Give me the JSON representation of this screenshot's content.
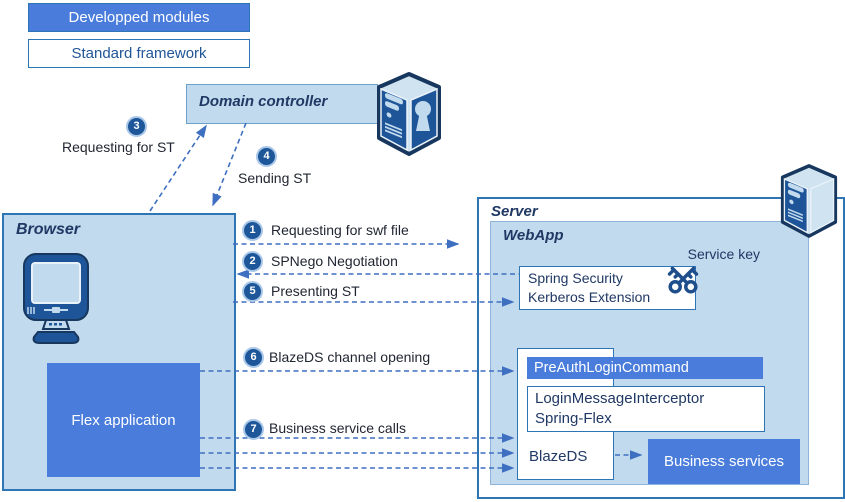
{
  "legend": {
    "developed_modules": "Developped modules",
    "standard_framework": "Standard framework"
  },
  "nodes": {
    "domain_controller": {
      "label": "Domain controller"
    },
    "browser": {
      "label": "Browser"
    },
    "flex_application": {
      "label": "Flex application"
    },
    "server": {
      "label": "Server"
    },
    "webapp": {
      "label": "WebApp"
    },
    "spring_security": {
      "line1": "Spring Security",
      "line2": "Kerberos Extension"
    },
    "service_key": {
      "label": "Service key"
    },
    "preauth_login_command": {
      "label": "PreAuthLoginCommand"
    },
    "login_message_interceptor": {
      "line1": "LoginMessageInterceptor",
      "line2": "Spring-Flex"
    },
    "blazeds": {
      "label": "BlazeDS"
    },
    "business_services": {
      "label": "Business services"
    }
  },
  "flows": {
    "requesting_swf": {
      "num": "1",
      "label": "Requesting for swf file"
    },
    "spnego_negotiation": {
      "num": "2",
      "label": "SPNego Negotiation"
    },
    "requesting_st": {
      "num": "3",
      "label": "Requesting for ST"
    },
    "sending_st": {
      "num": "4",
      "label": "Sending ST"
    },
    "presenting_st": {
      "num": "5",
      "label": "Presenting ST"
    },
    "blazeds_channel": {
      "num": "6",
      "label": "BlazeDS channel opening"
    },
    "business_calls": {
      "num": "7",
      "label": "Business service calls"
    }
  },
  "icons": {
    "domain_controller_server": "server-with-keyhole-icon",
    "application_server": "server-tower-icon",
    "browser_monitor": "desktop-monitor-icon",
    "service_key": "crossed-keys-icon"
  },
  "colors": {
    "accent_blue": "#4A7CDC",
    "light_blue": "#C2DAEE",
    "dark_navy": "#1F3864",
    "border_blue": "#2E75B6",
    "arrow_blue": "#3E6FC1",
    "badge_blue": "#1E5799"
  }
}
